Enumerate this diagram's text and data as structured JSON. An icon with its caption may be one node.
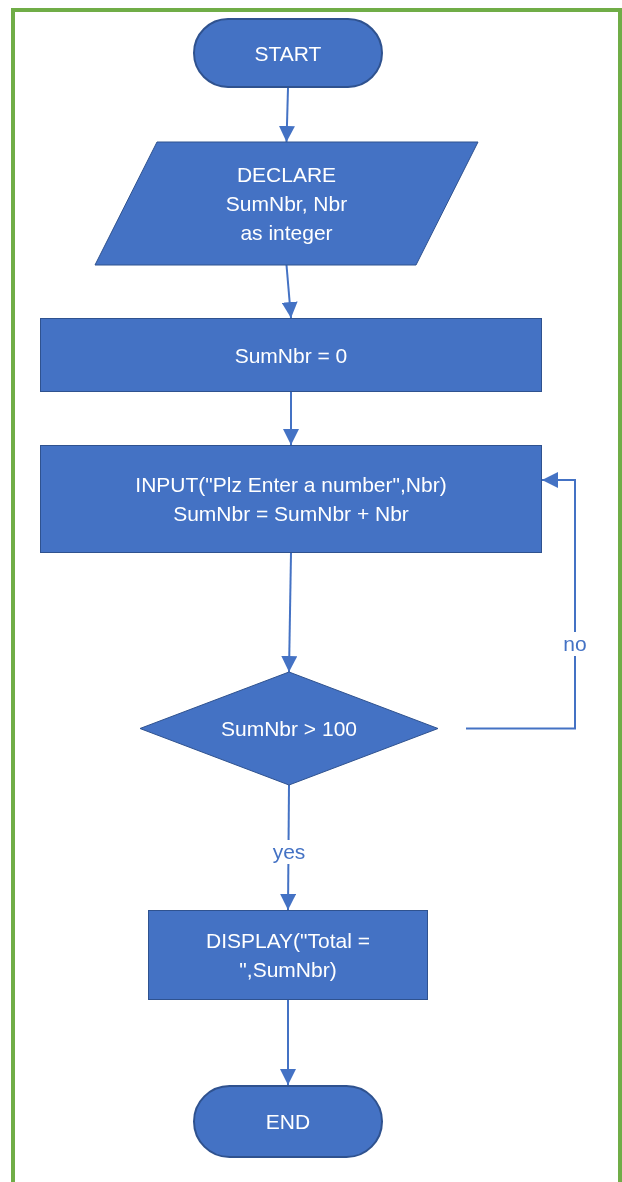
{
  "diagram": {
    "nodes": [
      {
        "text": [
          "START"
        ]
      },
      {
        "text": [
          "DECLARE SumNbr, Nbr as integer"
        ]
      },
      {
        "text": [
          "SumNbr = 0"
        ]
      },
      {
        "text": [
          "INPUT(\"Plz Enter a number\",Nbr)",
          "SumNbr = SumNbr + Nbr"
        ]
      },
      {
        "text": [
          "SumNbr > 100"
        ]
      },
      {
        "text": [
          "DISPLAY(\"Total = \",SumNbr)"
        ]
      },
      {
        "text": [
          "END"
        ]
      }
    ],
    "edges": [
      {
        "from": 0,
        "to": 1,
        "arrow": "to"
      },
      {
        "from": 1,
        "to": 2,
        "arrow": "to"
      },
      {
        "from": 2,
        "to": 3,
        "arrow": "to"
      },
      {
        "from": 3,
        "to": 4,
        "arrow": "to"
      },
      {
        "from": 4,
        "to": 5,
        "arrow": "to",
        "label": "yes"
      },
      {
        "from": 4,
        "to": 3,
        "arrow": "to",
        "label": "no"
      },
      {
        "from": 5,
        "to": 6,
        "arrow": "to"
      }
    ]
  }
}
